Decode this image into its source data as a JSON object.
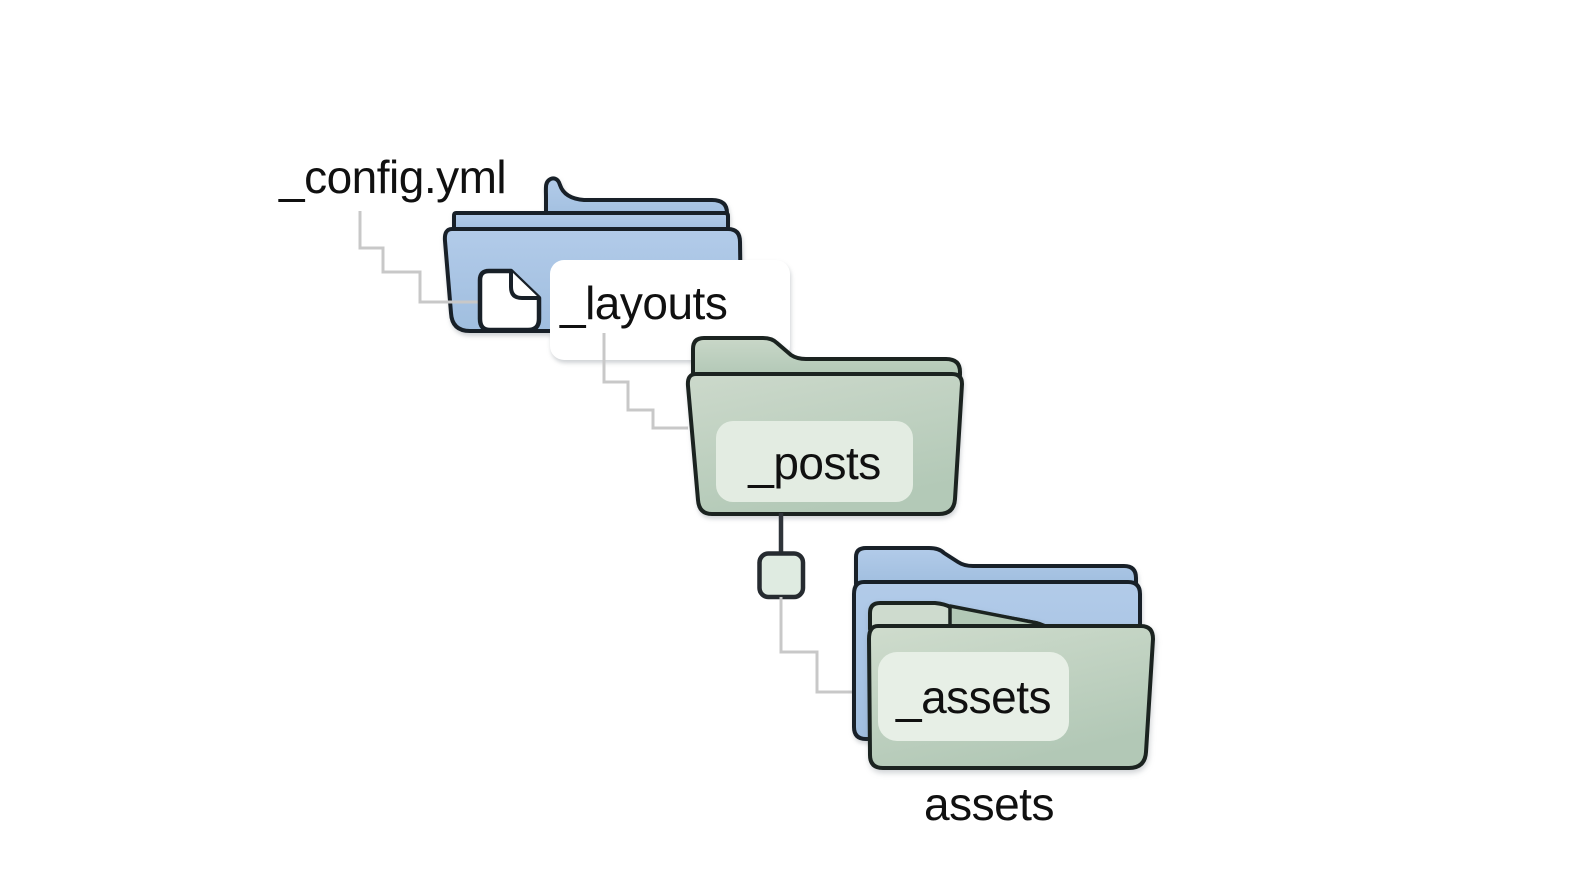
{
  "diagram": {
    "type": "folder-structure",
    "labels": {
      "config": "_config.yml",
      "layouts": "_layouts",
      "posts": "_posts",
      "assets_front": "_assets",
      "assets_caption": "assets"
    },
    "icons": [
      {
        "name": "yaml-file-icon",
        "shape": "document-with-folded-corner",
        "color": "#ffffff"
      },
      {
        "name": "layouts-folder-icon",
        "color": "#a9c5e6"
      },
      {
        "name": "posts-folder-icon",
        "color": "#bed1c0"
      },
      {
        "name": "assets-back-folder-icon",
        "color": "#a9c5e6"
      },
      {
        "name": "assets-front-folder-icon",
        "color": "#c3d4c4"
      },
      {
        "name": "tree-node-square-icon",
        "color": "#dfebe1"
      }
    ],
    "connections": [
      {
        "from": "_config.yml",
        "to": "_layouts",
        "style": "gray-steps"
      },
      {
        "from": "_layouts",
        "to": "_posts",
        "style": "gray-steps"
      },
      {
        "from": "_posts",
        "to": "tree-node-square",
        "style": "dark-line"
      },
      {
        "from": "tree-node-square",
        "to": "assets",
        "style": "gray-steps"
      }
    ],
    "colors": {
      "background": "#ffffff",
      "folder_blue": "#a9c5e6",
      "folder_green": "#bed1c0",
      "nameplate_green": "#e5eee4",
      "outline": "#182028",
      "connector_gray": "#c8c8c8",
      "connector_dark": "#2f343a",
      "text": "#101010"
    }
  }
}
